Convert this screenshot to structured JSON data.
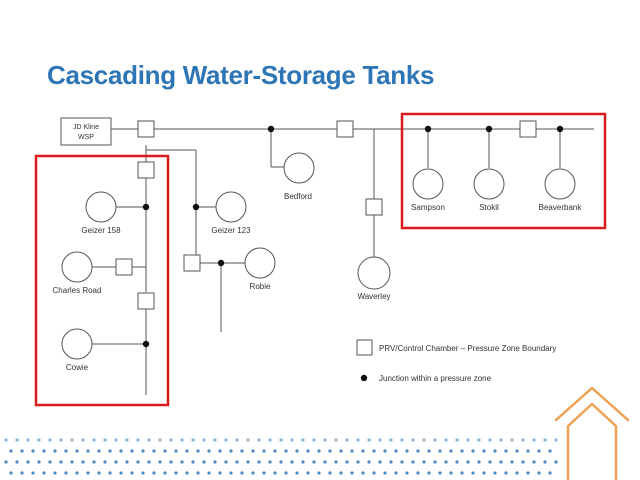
{
  "slide": {
    "title": "Cascading Water-Storage Tanks"
  },
  "diagram": {
    "source": {
      "line1": "JD Kline",
      "line2": "WSP"
    },
    "tanks": {
      "bedford": "Bedford",
      "geizer158": "Geizer 158",
      "geizer123": "Geizer 123",
      "charles_road": "Charles Road",
      "robie": "Robie",
      "cowie": "Cowie",
      "waverley": "Waverley",
      "sampson": "Sampson",
      "stokil": "Stokil",
      "beaverbank": "Beaverbank"
    },
    "legend": {
      "prv_label": "PRV/Control Chamber – Pressure Zone Boundary",
      "junction_label": "Junction within a pressure zone"
    },
    "colors": {
      "line": "#555555",
      "highlight_box": "#D9191A",
      "title": "#2E75B6",
      "dots": "#2E75B6",
      "house": "#F0A050"
    }
  }
}
